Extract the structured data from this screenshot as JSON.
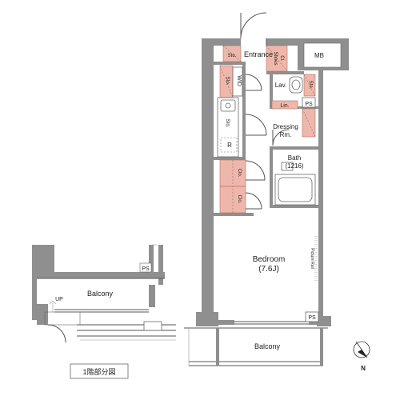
{
  "rooms": {
    "entrance": "Entrance",
    "mb": "MB",
    "sto_top": "Sto.",
    "shoes_cl_line1": "Shoes",
    "shoes_cl_line2": "Cl.",
    "sto_wd": "Sto.",
    "wd": "W/D",
    "lav": "Lav.",
    "sto_lav": "Sto.",
    "lin": "Lin.",
    "ps_top": "PS",
    "dressing_line1": "Dressing",
    "dressing_line2": "Rm.",
    "sto_kitchen": "Sto.",
    "refrigerator": "R",
    "bath_line1": "Bath",
    "bath_line2": "(1216)",
    "clo_upper": "Clo.",
    "clo_lower": "Clo.",
    "bedroom_line1": "Bedroom",
    "bedroom_line2": "(7.6J)",
    "picture_rail": "Picture Rail",
    "ps_bottom": "PS",
    "balcony": "Balcony"
  },
  "inset": {
    "ps": "PS",
    "up": "UP",
    "balcony": "Balcony",
    "caption": "1階部分図"
  },
  "compass": {
    "north": "N"
  },
  "colors": {
    "wall": "#8f8f8f",
    "storage": "#efb7ab"
  }
}
